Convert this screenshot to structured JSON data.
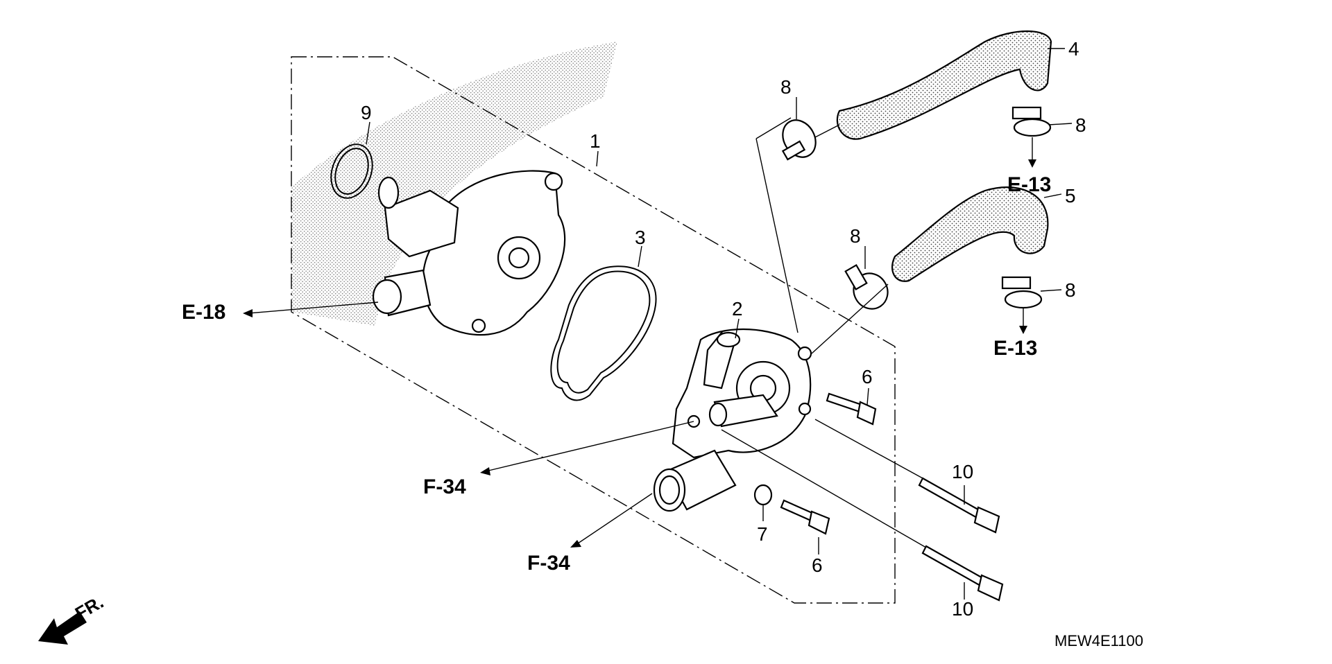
{
  "callouts": {
    "p1": "1",
    "p2": "2",
    "p3": "3",
    "p4": "4",
    "p5": "5",
    "p6a": "6",
    "p6b": "6",
    "p7": "7",
    "p8a": "8",
    "p8b": "8",
    "p8c": "8",
    "p8d": "8",
    "p9": "9",
    "p10a": "10",
    "p10b": "10"
  },
  "references": {
    "e18": "E-18",
    "e13a": "E-13",
    "e13b": "E-13",
    "f34a": "F-34",
    "f34b": "F-34"
  },
  "direction_label": "FR.",
  "diagram_code": "MEW4E1100"
}
